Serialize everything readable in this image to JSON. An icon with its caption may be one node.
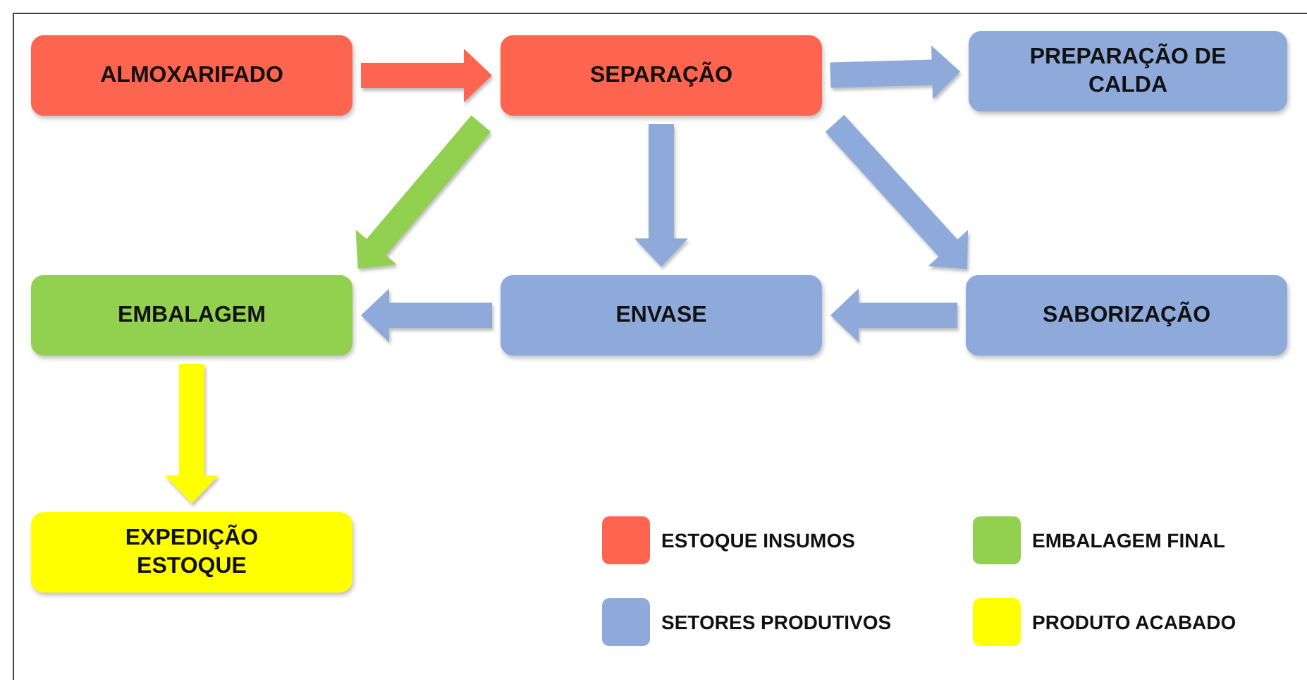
{
  "diagram": {
    "nodes": [
      {
        "text": [
          "ALMOXARIFADO"
        ]
      },
      {
        "text": [
          "SEPARAÇÃO"
        ]
      },
      {
        "text": [
          "PREPARAÇÃO DE CALDA"
        ]
      },
      {
        "text": [
          "EMBALAGEM"
        ]
      },
      {
        "text": [
          "ENVASE"
        ]
      },
      {
        "text": [
          "SABORIZAÇÃO"
        ]
      },
      {
        "text": [
          "EXPEDIÇÃO ESTOQUE"
        ]
      }
    ],
    "edges": [
      {
        "from": 0,
        "to": 1,
        "arrow": "to",
        "color": "#fe6550"
      },
      {
        "from": 1,
        "to": 2,
        "arrow": "to",
        "color": "#8eaadb"
      },
      {
        "from": 1,
        "to": 3,
        "arrow": "to",
        "color": "#92d050"
      },
      {
        "from": 1,
        "to": 4,
        "arrow": "to",
        "color": "#8eaadb"
      },
      {
        "from": 1,
        "to": 5,
        "arrow": "to",
        "color": "#8eaadb"
      },
      {
        "from": 5,
        "to": 4,
        "arrow": "to",
        "color": "#8eaadb"
      },
      {
        "from": 4,
        "to": 3,
        "arrow": "to",
        "color": "#8eaadb"
      },
      {
        "from": 3,
        "to": 6,
        "arrow": "to",
        "color": "#ffff00"
      }
    ],
    "legend": [
      {
        "text": "ESTOQUE INSUMOS",
        "color": "#fe6550"
      },
      {
        "text": "EMBALAGEM FINAL",
        "color": "#92d050"
      },
      {
        "text": "SETORES PRODUTIVOS",
        "color": "#8eaadb"
      },
      {
        "text": "PRODUTO ACABADO",
        "color": "#ffff00"
      }
    ]
  }
}
